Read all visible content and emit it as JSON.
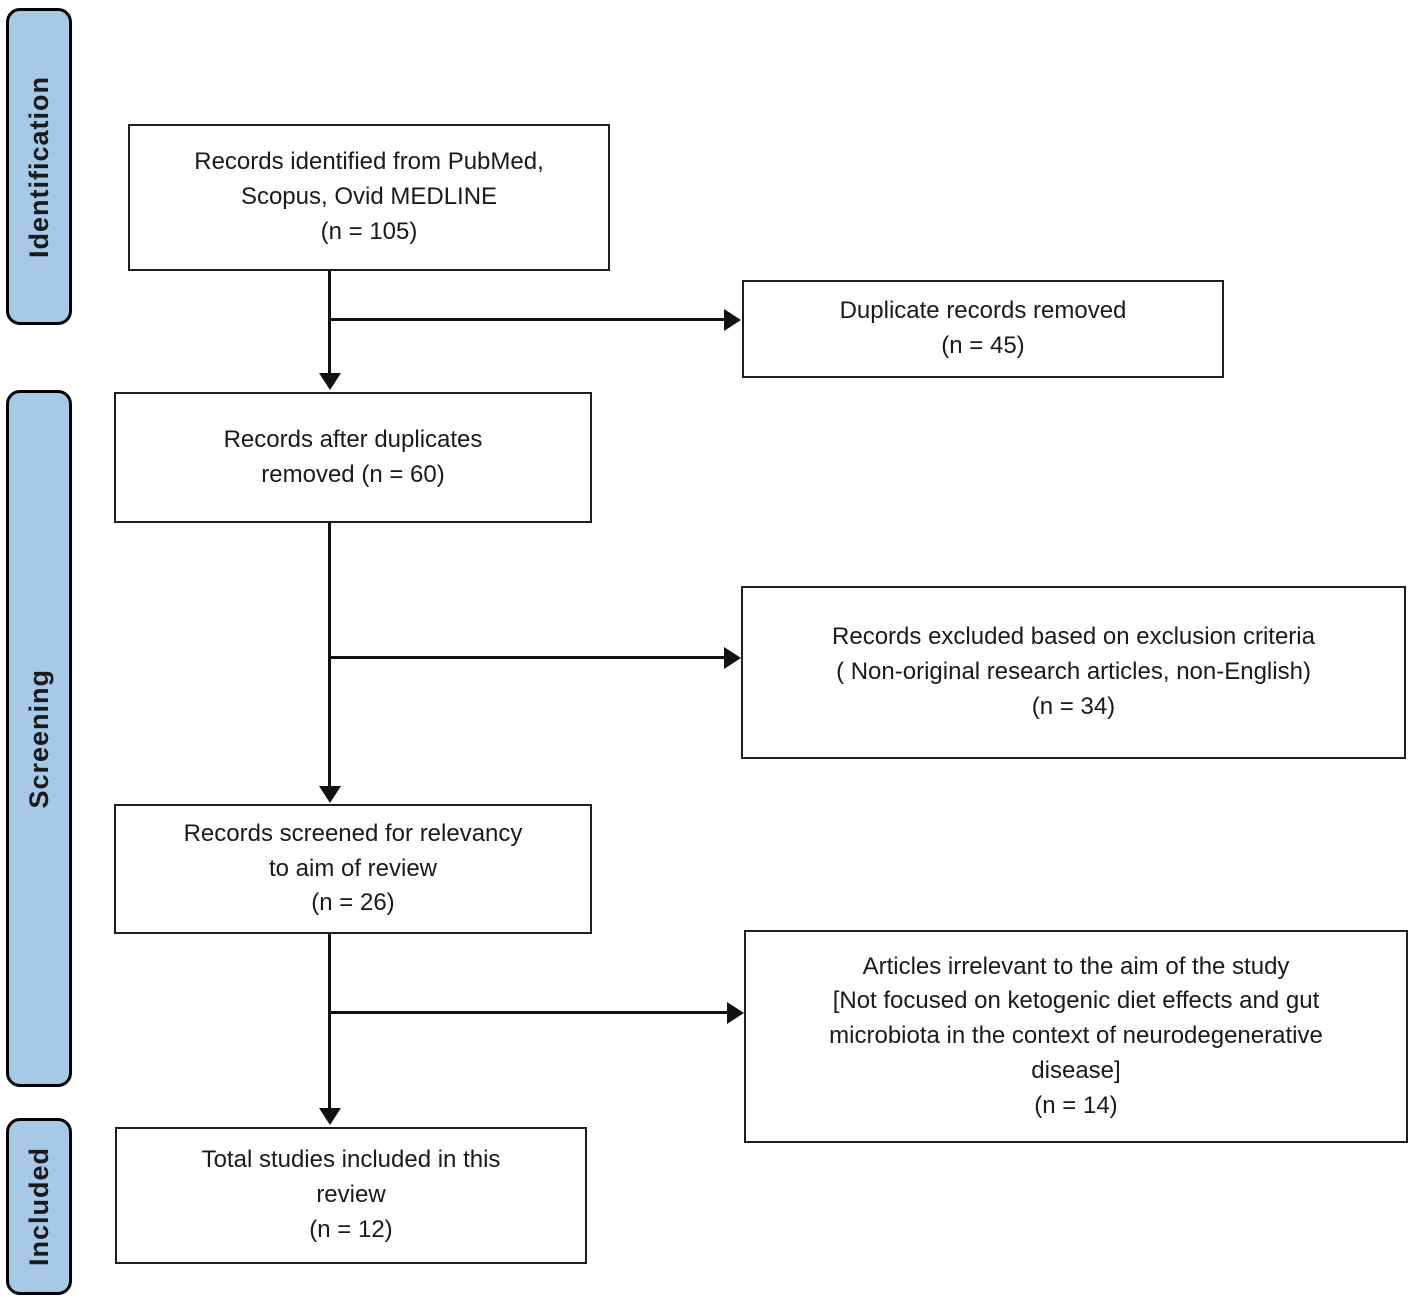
{
  "stages": [
    {
      "label": "Identification"
    },
    {
      "label": "Screening"
    },
    {
      "label": "Included"
    }
  ],
  "flow": {
    "main": [
      {
        "name": "records-identified",
        "lines": [
          "Records identified from PubMed,",
          "Scopus, Ovid MEDLINE",
          "(n = 105)"
        ],
        "n": 105
      },
      {
        "name": "records-after-duplicates",
        "lines": [
          "Records after duplicates",
          "removed (n = 60)"
        ],
        "n": 60
      },
      {
        "name": "records-screened",
        "lines": [
          "Records screened for relevancy",
          "to aim of review",
          "(n = 26)"
        ],
        "n": 26
      },
      {
        "name": "total-studies-included",
        "lines": [
          "Total studies included in this",
          "review",
          "(n = 12)"
        ],
        "n": 12
      }
    ],
    "side": [
      {
        "name": "duplicate-records-removed",
        "lines": [
          "Duplicate records removed",
          "(n = 45)"
        ],
        "n": 45
      },
      {
        "name": "records-excluded",
        "lines": [
          "Records excluded based on exclusion criteria",
          "( Non-original research articles, non-English)",
          "(n = 34)"
        ],
        "n": 34
      },
      {
        "name": "articles-irrelevant",
        "lines": [
          "Articles irrelevant to the aim of the study",
          "[Not focused on ketogenic diet effects and gut",
          "microbiota in the context of neurodegenerative",
          "disease]",
          "(n = 14)"
        ],
        "n": 14
      }
    ]
  },
  "colors": {
    "stage_fill": "#A6C9E8",
    "stage_border": "#000000",
    "box_border": "#1E1E1E",
    "text": "#1A1A1A",
    "connector": "#111111",
    "background": "#FFFFFF"
  }
}
